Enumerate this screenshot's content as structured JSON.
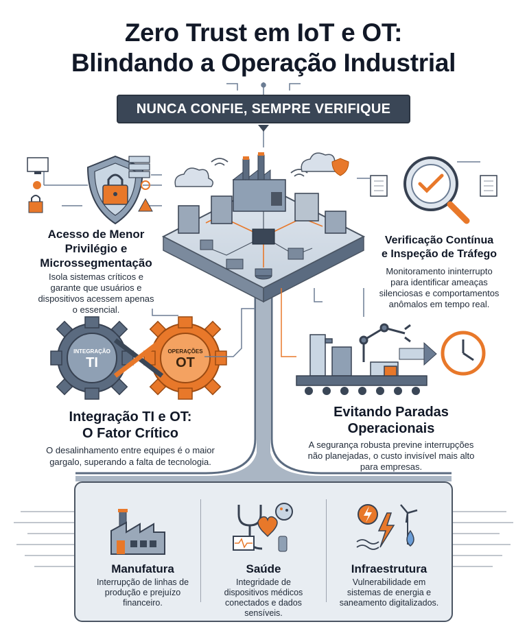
{
  "header": {
    "title_line1": "Zero Trust em IoT e OT:",
    "title_line2": "Blindando a Operação Industrial",
    "banner": "NUNCA CONFIE, SEMPRE VERIFIQUE"
  },
  "sections": {
    "least_privilege": {
      "title_line1": "Acesso de Menor",
      "title_line2": "Privilégio e",
      "title_line3": "Microssegmentação",
      "body_line1": "Isola sistemas críticos e",
      "body_line2": "garante que usuários e",
      "body_line3": "dispositivos acessem apenas",
      "body_line4": "o essencial."
    },
    "continuous_verification": {
      "title_line1": "Verificação Contínua",
      "title_line2": "e Inspeção de Tráfego",
      "body_line1": "Monitoramento ininterrupto",
      "body_line2": "para identificar ameaças",
      "body_line3": "silenciosas e comportamentos",
      "body_line4": "anômalos em tempo real."
    },
    "it_ot": {
      "gear_left_small": "INTEGRAÇÃO",
      "gear_left_big": "TI",
      "gear_right_small": "OPERAÇÕES",
      "gear_right_big": "OT",
      "title_line1": "Integração TI e OT:",
      "title_line2": "O Fator Crítico",
      "body_line1": "O desalinhamento entre equipes é o maior",
      "body_line2": "gargalo, superando a falta de tecnologia."
    },
    "downtime": {
      "title_line1": "Evitando Paradas",
      "title_line2": "Operacionais",
      "body_line1": "A segurança robusta previne interrupções",
      "body_line2": "não planejadas, o custo invisível mais alto",
      "body_line3": "para empresas."
    }
  },
  "sectors": [
    {
      "name": "Manufatura",
      "line1": "Interrupção de linhas de",
      "line2": "produção e prejuízo",
      "line3": "financeiro.",
      "line4": ""
    },
    {
      "name": "Saúde",
      "line1": "Integridade de",
      "line2": "dispositivos médicos",
      "line3": "conectados e dados",
      "line4": "sensíveis."
    },
    {
      "name": "Infraestrutura",
      "line1": "Vulnerabilidade em",
      "line2": "sistemas de energia e",
      "line3": "saneamento digitalizados.",
      "line4": ""
    }
  ],
  "colors": {
    "accent_orange": "#e8782a",
    "dark_slate": "#3a4656",
    "steel": "#6b7c93",
    "light_blue": "#c9d6e3"
  },
  "icons": [
    "shield-lock-icon",
    "cloud-icon",
    "factory-icon",
    "magnifier-check-icon",
    "gear-icon",
    "robot-arm-icon",
    "clock-icon",
    "stethoscope-icon",
    "heart-icon",
    "lightning-icon",
    "wind-turbine-icon",
    "water-drop-icon"
  ]
}
